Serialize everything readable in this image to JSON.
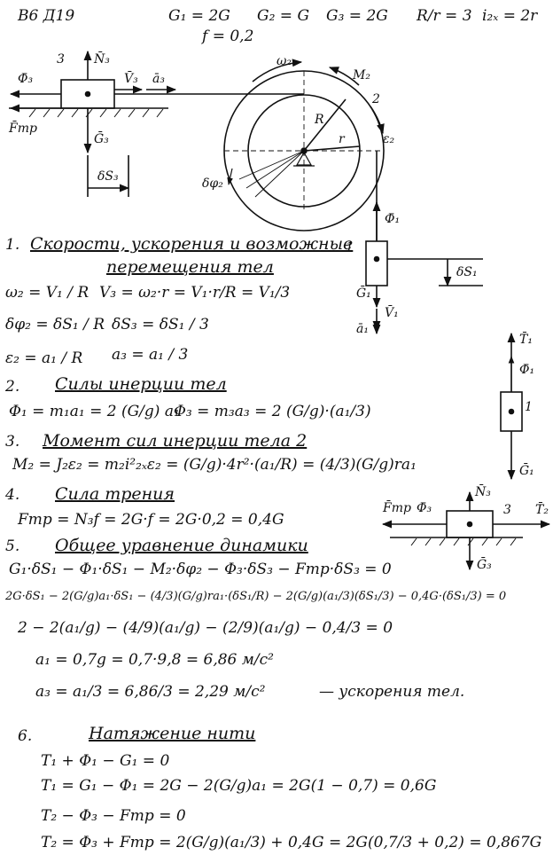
{
  "header": {
    "variant": "В6 Д19",
    "g1": "G₁ = 2G",
    "g2": "G₂ = G",
    "g3": "G₃ = 2G",
    "ratio": "R/r = 3",
    "radius": "i₂ₓ = 2r",
    "friction": "f = 0,2"
  },
  "figure": {
    "body3": "3",
    "n3": "N̄₃",
    "phi3": "Φ̄₃",
    "v3": "V̄₃",
    "a3": "ā₃",
    "ftr": "F̄тр",
    "g3": "Ḡ₃",
    "ds3": "δS₃",
    "w2": "ω₂",
    "m2": "M₂",
    "label2": "2",
    "R": "R",
    "r": "r",
    "e2": "ε₂",
    "dphi2": "δφ₂",
    "phi1": "Φ̄₁",
    "body1": "1",
    "ds1": "δS₁",
    "g1": "Ḡ₁",
    "v1": "V̄₁",
    "a1": "ā₁",
    "t1": "T̄₁",
    "phi1b": "Φ̄₁",
    "label1b": "1",
    "g1b": "Ḡ₁",
    "n3b": "N̄₃",
    "ftrb": "F̄тр",
    "phi3b": "Φ̄₃",
    "label3b": "3",
    "t2": "T̄₂",
    "g3b": "Ḡ₃"
  },
  "sections": {
    "s1": {
      "num": "1.",
      "title": "Скорости, ускорения и возможные",
      "title2": "перемещения тел",
      "l1a": "ω₂ = V₁ / R",
      "l1b": "V₃ = ω₂·r = V₁·r/R = V₁/3",
      "l2a": "δφ₂ = δS₁ / R",
      "l2b": "δS₃ = δS₁ / 3",
      "l3a": "ε₂ = a₁ / R",
      "l3b": "a₃ = a₁ / 3"
    },
    "s2": {
      "num": "2.",
      "title": "Силы инерции тел",
      "l1a": "Φ₁ = m₁a₁ = 2 (G/g) a₁",
      "l1b": "Φ₃ = m₃a₃ = 2 (G/g)·(a₁/3)"
    },
    "s3": {
      "num": "3.",
      "title": "Момент сил инерции тела 2",
      "l1": "M₂ = J₂ε₂ = m₂i²₂ₓε₂ = (G/g)·4r²·(a₁/R) = (4/3)(G/g)ra₁"
    },
    "s4": {
      "num": "4.",
      "title": "Сила трения",
      "l1": "Fтр = N₃f = 2G·f = 2G·0,2 = 0,4G"
    },
    "s5": {
      "num": "5.",
      "title": "Общее уравнение динамики",
      "l1": "G₁·δS₁ − Φ₁·δS₁ − M₂·δφ₂ − Φ₃·δS₃ − Fтр·δS₃ = 0",
      "l2": "2G·δS₁ − 2(G/g)a₁·δS₁ − (4/3)(G/g)ra₁·(δS₁/R) − 2(G/g)(a₁/3)(δS₁/3) − 0,4G·(δS₁/3) = 0",
      "l3": "2 − 2(a₁/g) − (4/9)(a₁/g) − (2/9)(a₁/g) − 0,4/3 = 0",
      "l4": "a₁ = 0,7g = 0,7·9,8 = 6,86 м/с²",
      "l5": "a₃ = a₁/3 = 6,86/3 = 2,29 м/с²",
      "note": "— ускорения тел."
    },
    "s6": {
      "num": "6.",
      "title": "Натяжение нити",
      "l1": "T₁ + Φ₁ − G₁ = 0",
      "l2": "T₁ = G₁ − Φ₁ = 2G − 2(G/g)a₁ = 2G(1 − 0,7) = 0,6G",
      "l3": "T₂ − Φ₃ − Fтр = 0",
      "l4": "T₂ = Φ₃ + Fтр = 2(G/g)(a₁/3) + 0,4G = 2G(0,7/3 + 0,2) = 0,867G"
    }
  }
}
